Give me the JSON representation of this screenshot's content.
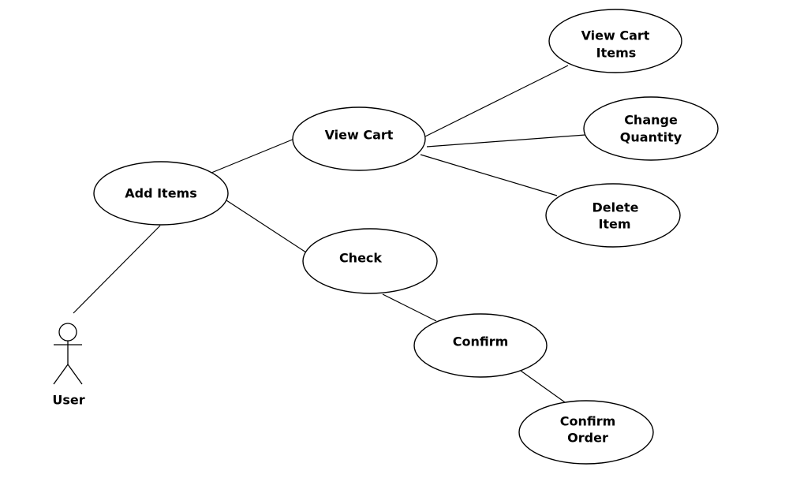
{
  "actor": {
    "label": "User"
  },
  "use_cases": {
    "add_items": {
      "lines": [
        "Add Items"
      ]
    },
    "view_cart": {
      "lines": [
        "View Cart"
      ]
    },
    "view_cart_items": {
      "lines": [
        "View Cart",
        "Items"
      ]
    },
    "change_quantity": {
      "lines": [
        "Change",
        "Quantity"
      ]
    },
    "delete_item": {
      "lines": [
        "Delete",
        "Item"
      ]
    },
    "check": {
      "lines": [
        "Check"
      ]
    },
    "confirm": {
      "lines": [
        "Confirm"
      ]
    },
    "confirm_order": {
      "lines": [
        "Confirm",
        "Order"
      ]
    }
  },
  "colors": {
    "stroke": "#000000",
    "fill": "#ffffff",
    "text": "#000000"
  }
}
